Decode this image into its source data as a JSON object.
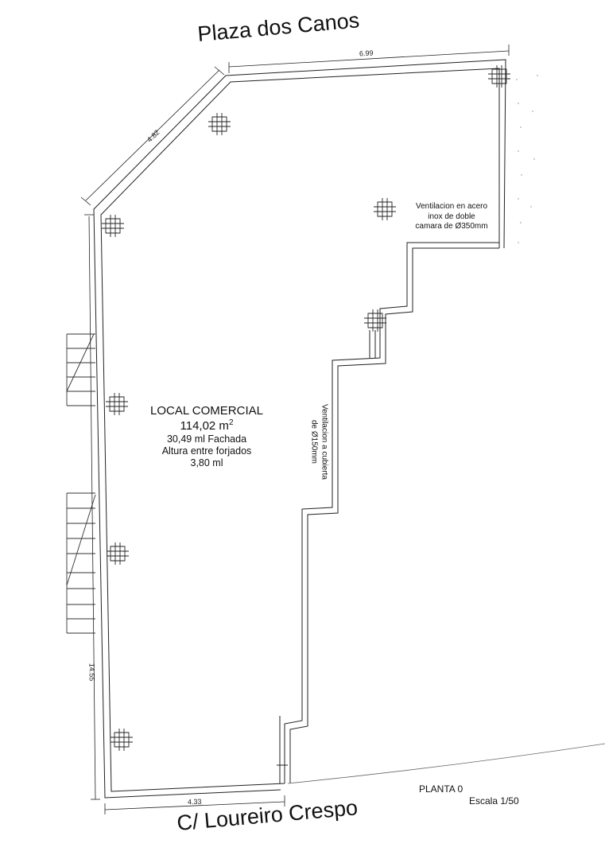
{
  "streets": {
    "top": "Plaza dos Canos",
    "bottom": "C/ Loureiro Crespo"
  },
  "dimensions": {
    "top": "6.99",
    "diagonal": "4.82",
    "left": "14.55",
    "bottom": "4.33"
  },
  "room": {
    "name": "LOCAL COMERCIAL",
    "area_value": "114,02 m",
    "area_exp": "2",
    "facade": "30,49 ml Fachada",
    "height_label": "Altura entre forjados",
    "height_value": "3,80 ml"
  },
  "notes": {
    "vent_large_line1": "Ventilacion en acero",
    "vent_large_line2": "inox de doble",
    "vent_large_line3": "camara  de Ø350mm",
    "vent_small_line1": "Ventilacion a cubierta",
    "vent_small_line2": "de Ø150mm"
  },
  "caption": {
    "floor": "PLANTA 0",
    "scale": "Escala 1/50"
  }
}
